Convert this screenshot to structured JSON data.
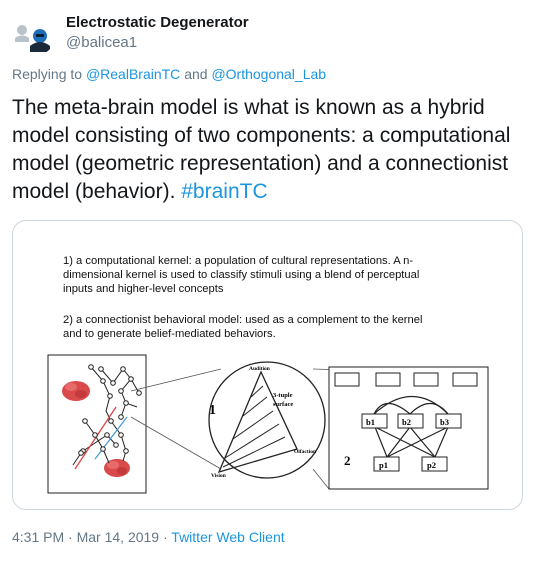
{
  "author": {
    "display_name": "Electrostatic Degenerator",
    "handle": "@balicea1"
  },
  "reply": {
    "prefix": "Replying to",
    "mention1": "@RealBrainTC",
    "conj": "and",
    "mention2": "@Orthogonal_Lab"
  },
  "tweet": {
    "text": "The meta-brain model is what is known as a hybrid model consisting of two components: a computational model (geometric representation) and a connectionist model (behavior). ",
    "hashtag": "#brainTC"
  },
  "media": {
    "para1_line1": "1) a computational kernel: a population of cultural representations. A n-",
    "para1_line2": "dimensional kernel is used to classify stimuli using a blend of perceptual",
    "para1_line3": "inputs and higher-level concepts",
    "para2_line1": "2) a connectionist behavioral model: used as a complement to the kernel",
    "para2_line2": "and to generate belief-mediated behaviors.",
    "circle_number": "1",
    "label_audition": "Audition",
    "label_tuple1": "3-tuple",
    "label_tuple2": "surface",
    "label_olfaction": "Olfaction",
    "label_vision": "Vision",
    "network_number": "2",
    "nodes": {
      "b1": "b1",
      "b2": "b2",
      "b3": "b3",
      "p1": "p1",
      "p2": "p2"
    }
  },
  "footer": {
    "time": "4:31 PM",
    "sep1": "·",
    "date": "Mar 14, 2019",
    "sep2": "·",
    "client": "Twitter Web Client"
  }
}
